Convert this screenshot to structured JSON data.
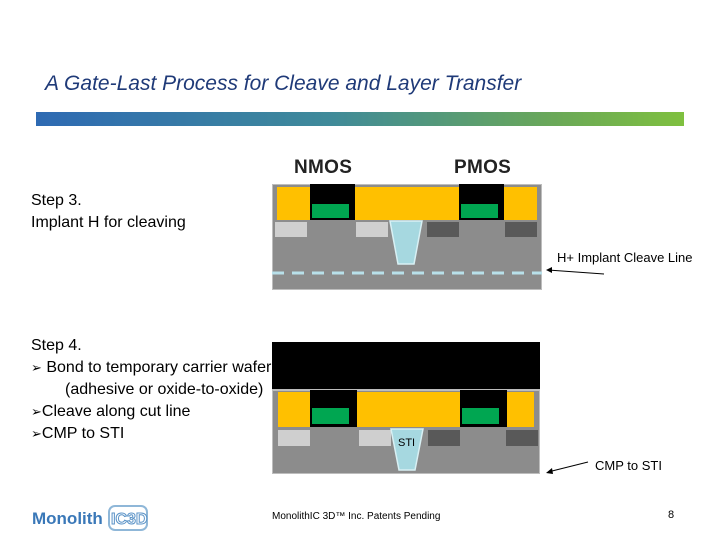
{
  "slide": {
    "title": "A Gate-Last Process for Cleave and Layer Transfer",
    "page_number": "8",
    "footer": "MonolithIC 3D™ Inc. Patents Pending"
  },
  "step3": {
    "heading": "Step 3.",
    "text": "Implant H for cleaving"
  },
  "step4": {
    "heading": "Step 4.",
    "bullets": [
      {
        "marker": "➢",
        "text": " Bond to temporary carrier wafer"
      },
      {
        "marker": "",
        "text": "(adhesive or oxide-to-oxide)"
      },
      {
        "marker": "➢",
        "text": "Cleave along cut line"
      },
      {
        "marker": "➢",
        "text": "CMP to STI"
      }
    ]
  },
  "diagram_labels": {
    "nmos": "NMOS",
    "pmos": "PMOS",
    "implant_line": "H+ Implant Cleave Line",
    "sti": "STI",
    "cmp": "CMP to STI"
  },
  "logo": {
    "text_left": "Monolith",
    "text_right": "IC3D"
  },
  "colors": {
    "title": "#1f3a78",
    "gate_metal": "#ffc000",
    "gate_oxide": "#00a651",
    "contact": "#000000",
    "substrate": "#8c8c8c",
    "sti": "#a6d8e0",
    "implant_line": "#b8e0ea",
    "spacer_light": "#cfcfcf",
    "spacer_dark": "#595959"
  }
}
